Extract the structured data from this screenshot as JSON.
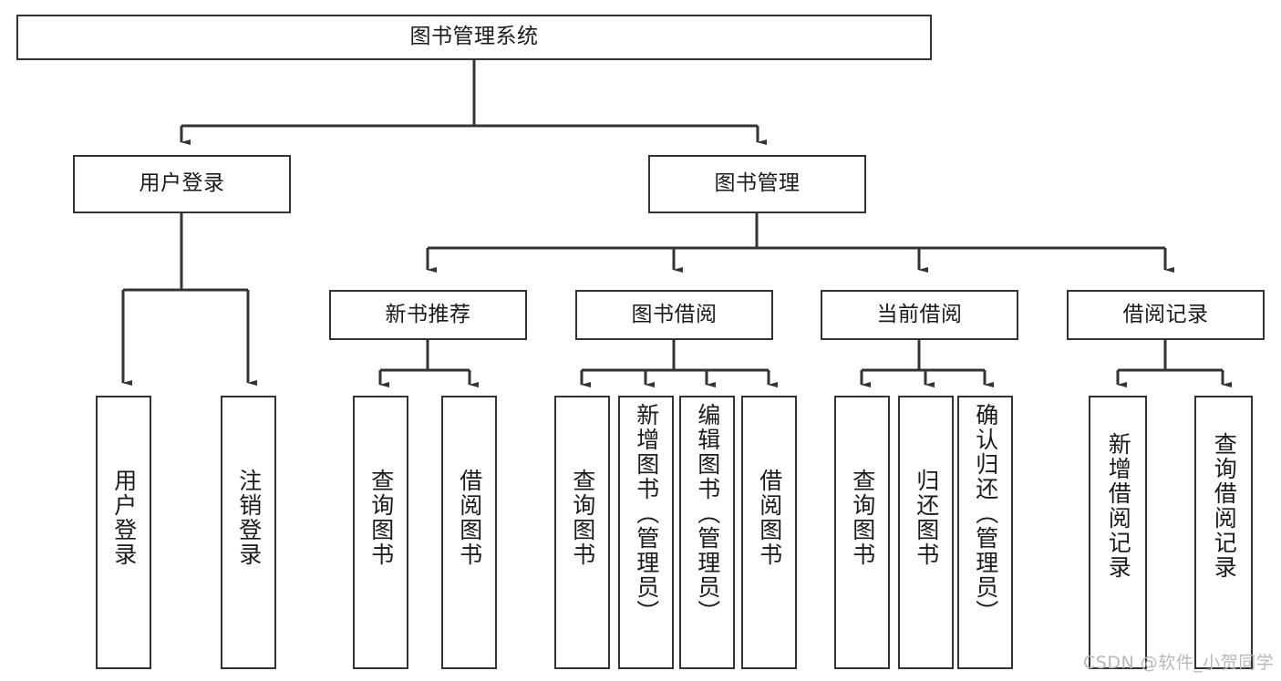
{
  "diagram": {
    "type": "tree-hierarchy",
    "title": "图书管理系统",
    "orientation": "top-down",
    "colors": {
      "box_border": "#333333",
      "box_fill": "#ffffff",
      "edge": "#333333",
      "text": "#1a1a1a",
      "watermark": "#b8b8b8",
      "background": "#ffffff"
    },
    "nodes": {
      "root": {
        "label": "图书管理系统"
      },
      "level2": [
        {
          "id": "user-login",
          "label": "用户登录"
        },
        {
          "id": "book-management",
          "label": "图书管理"
        }
      ],
      "level3": [
        {
          "id": "new-book-recommend",
          "label": "新书推荐"
        },
        {
          "id": "book-borrow",
          "label": "图书借阅"
        },
        {
          "id": "current-borrow",
          "label": "当前借阅"
        },
        {
          "id": "borrow-record",
          "label": "借阅记录"
        }
      ],
      "leaves": [
        {
          "id": "leaf-user-login",
          "label": "用户登录",
          "parent": "user-login"
        },
        {
          "id": "leaf-user-logout",
          "label": "注销登录",
          "parent": "user-login"
        },
        {
          "id": "leaf-query-book-1",
          "label": "查询图书",
          "parent": "new-book-recommend"
        },
        {
          "id": "leaf-borrow-book-1",
          "label": "借阅图书",
          "parent": "new-book-recommend"
        },
        {
          "id": "leaf-query-book-2",
          "label": "查询图书",
          "parent": "book-borrow"
        },
        {
          "id": "leaf-add-book",
          "label": "新增图书（管理员）",
          "parent": "book-borrow"
        },
        {
          "id": "leaf-edit-book",
          "label": "编辑图书（管理员）",
          "parent": "book-borrow"
        },
        {
          "id": "leaf-borrow-book-2",
          "label": "借阅图书",
          "parent": "book-borrow"
        },
        {
          "id": "leaf-query-book-3",
          "label": "查询图书",
          "parent": "current-borrow"
        },
        {
          "id": "leaf-return-book",
          "label": "归还图书",
          "parent": "current-borrow"
        },
        {
          "id": "leaf-confirm-return",
          "label": "确认归还（管理员）",
          "parent": "current-borrow"
        },
        {
          "id": "leaf-add-record",
          "label": "新增借阅记录",
          "parent": "borrow-record"
        },
        {
          "id": "leaf-query-record",
          "label": "查询借阅记录",
          "parent": "borrow-record"
        }
      ]
    },
    "watermark": "CSDN @软件_小贺同学"
  }
}
